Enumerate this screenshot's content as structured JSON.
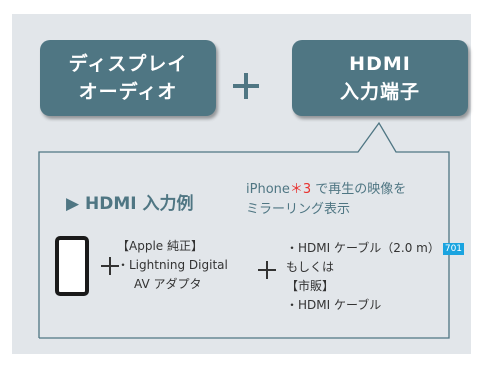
{
  "boxes": {
    "display_audio": {
      "line1": "ディスプレイ",
      "line2": "オーディオ"
    },
    "hdmi_terminal": {
      "line1": "HDMI",
      "line2": "入力端子"
    }
  },
  "operator": "+",
  "example": {
    "heading": "▶ HDMI 入力例",
    "note_line1_before": "iPhone",
    "note_star": "＊3",
    "note_line1_after": " で再生の映像を",
    "note_line2": "ミラーリング表示"
  },
  "adapter": {
    "line1": "【Apple 純正】",
    "line2": "・Lightning Digital",
    "line3": "AV アダプタ"
  },
  "cables": {
    "line1": "・HDMI ケーブル（2.0 m）",
    "ref": "701",
    "line2": "もしくは",
    "line3": "【市販】",
    "line4": "・HDMI ケーブル"
  },
  "colors": {
    "box": "#4f7683",
    "panel": "#e2e6ea",
    "accent_star": "#e8312e",
    "ref_badge": "#1aa4e0"
  },
  "icons": {
    "device": "smartphone-icon",
    "plus": "plus-icon"
  }
}
